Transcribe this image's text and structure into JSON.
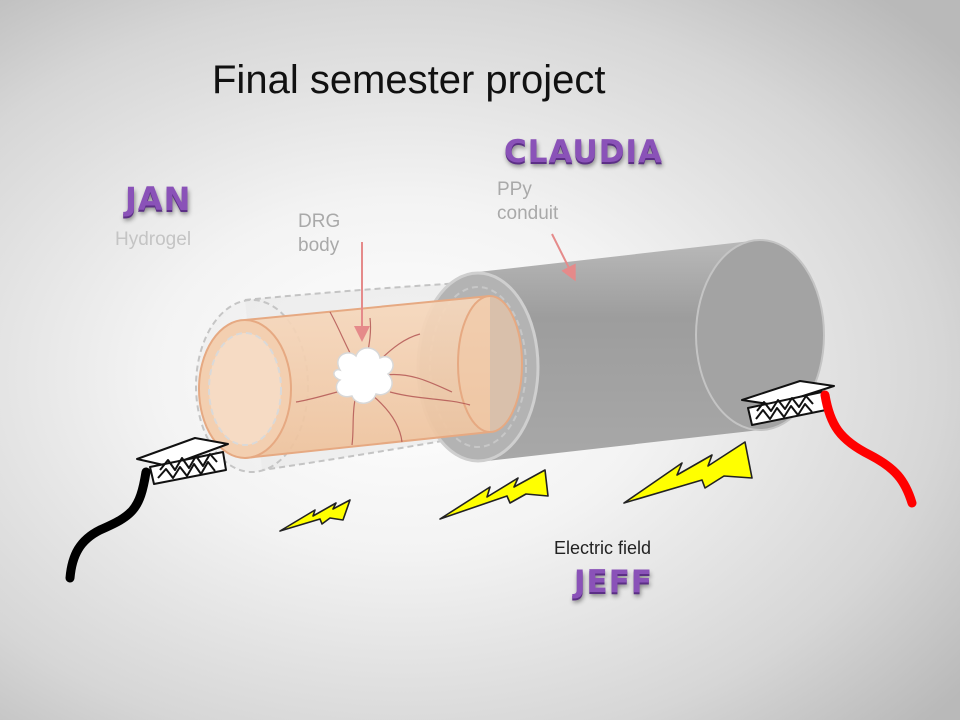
{
  "title": "Final semester project",
  "names": {
    "claudia": "CLAUDIA",
    "jan": "JAN",
    "jeff": "JEFF"
  },
  "labels": {
    "hydrogel": "Hydrogel",
    "drg_line1": "DRG",
    "drg_line2": "body",
    "ppy_line1": "PPy",
    "ppy_line2": "conduit",
    "electric_field": "Electric field"
  },
  "colors": {
    "name_purple": "#8a52b8",
    "hydrogel_fill": "#f2c9a6",
    "conduit_gray": "#9b9b9b",
    "lightning_yellow": "#ffff00",
    "positive_wire": "#ff0000",
    "negative_wire": "#000000"
  }
}
